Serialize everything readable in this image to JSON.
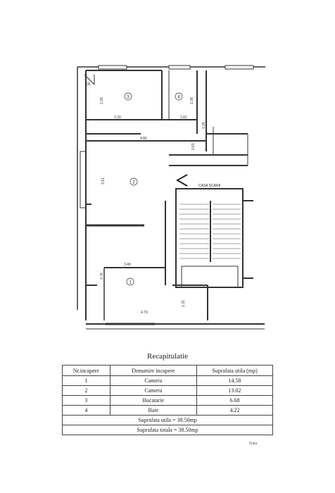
{
  "plan": {
    "rooms": [
      {
        "number": "1"
      },
      {
        "number": "2"
      },
      {
        "number": "3"
      },
      {
        "number": "4"
      }
    ],
    "stair_label": "CASA SCARII",
    "dimensions": [
      "36",
      "2.39",
      "2.30",
      "2.38",
      "1.81",
      "1.28",
      "4.80",
      "0.81",
      "3.51",
      "3.48",
      "3.78",
      "1.32",
      "4.79"
    ]
  },
  "recap": {
    "title": "Recapitulatie",
    "headers": [
      "Nr.incapere",
      "Denumire incapere",
      "Suprafata utila (mp)"
    ],
    "rows": [
      [
        "1",
        "Camera",
        "14.58"
      ],
      [
        "2",
        "Camera",
        "13.02"
      ],
      [
        "3",
        "Bucatarie",
        "6.68"
      ],
      [
        "4",
        "Baie",
        "4.22"
      ]
    ],
    "suprafata_utila": "Suprafata utila = 38.50mp",
    "suprafata_totala": "Suprafata totala = 38.50mp",
    "corner_note": "Data"
  }
}
